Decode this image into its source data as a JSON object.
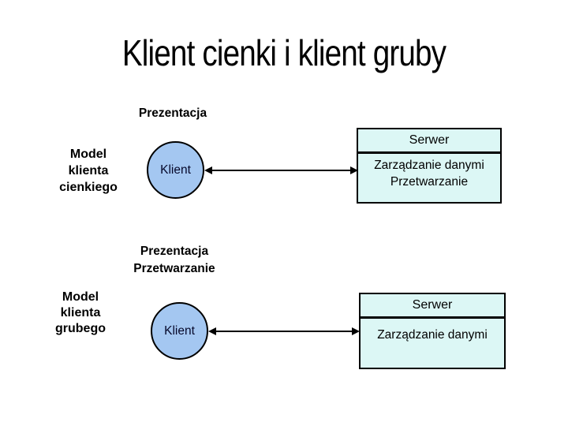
{
  "title": "Klient cienki i klient gruby",
  "colors": {
    "background": "#ffffff",
    "text": "#000000",
    "circle_fill": "#a4c7f1",
    "server_box_fill": "#dcf7f5",
    "line": "#000000"
  },
  "thin_client": {
    "tier_label": "Prezentacja",
    "model_label": "Model\nklienta\ncienkiego",
    "client_label": "Klient",
    "server_title": "Serwer",
    "server_body": "Zarządzanie danymi\nPrzetwarzanie"
  },
  "fat_client": {
    "tier_label": "Prezentacja\nPrzetwarzanie",
    "model_label": "Model\nklienta\ngrubego",
    "client_label": "Klient",
    "server_title": "Serwer",
    "server_body": "Zarządzanie danymi"
  }
}
